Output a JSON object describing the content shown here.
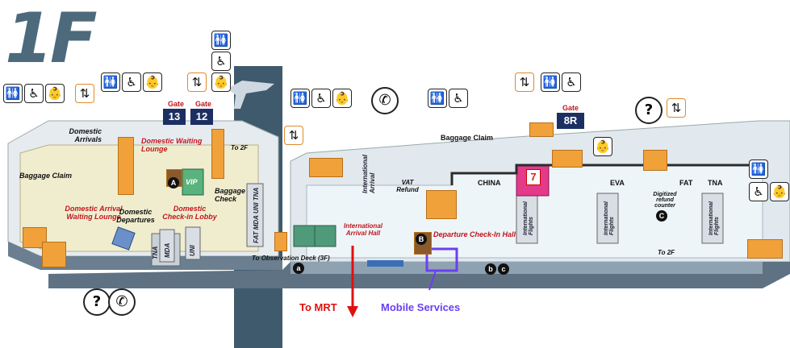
{
  "floor_label": "1F",
  "gates": {
    "label": "Gate",
    "g13": "13",
    "g12": "12",
    "g8r": "8R"
  },
  "areas": {
    "domestic_arrivals": "Domestic Arrivals",
    "domestic_waiting_lounge": "Domestic Waiting Lounge",
    "to_2f_left": "To 2F",
    "baggage_claim_left": "Baggage Claim",
    "vip": "VIP",
    "baggage_check": "Baggage Check",
    "domestic_arrival_waiting_lounge": "Domestic Arrival Waiting Lounge",
    "domestic_departures": "Domestic Departures",
    "domestic_checkin_lobby": "Domestic Check-in Lobby",
    "observation_deck": "To Observation Deck (3F)",
    "international_arrival": "International Arrival",
    "international_arrival_hall": "International Arrival Hall",
    "vat_refund": "VAT Refund",
    "baggage_claim_right": "Baggage Claim",
    "departure_checkin_hall": "Departure Check-In Hall",
    "international_flights_1": "International Flights",
    "international_flights_2": "International Flights",
    "international_flights_3": "International Flights",
    "digitized_refund_counter": "Digitized refund counter",
    "to_2f_right": "To 2F"
  },
  "airlines": {
    "fat_mda_uni_tna": "FAT MDA UNI TNA",
    "tna": "TNA",
    "mda": "MDA",
    "uni": "UNI",
    "china": "CHINA",
    "eva": "EVA",
    "fat": "FAT",
    "tna_right": "TNA"
  },
  "markers": {
    "a_upper": "A",
    "a_lower": "a",
    "b_upper": "B",
    "b_lower": "b",
    "c_upper": "C",
    "c_lower": "c"
  },
  "callouts": {
    "to_mrt": "To MRT",
    "mobile_services": "Mobile Services"
  },
  "icons": {
    "restroom": "🚻",
    "accessible": "♿",
    "nursing": "👶",
    "elevator": "⇅",
    "info": "?",
    "phone": "✆",
    "store": "7",
    "airplane": "✈"
  },
  "colors": {
    "floor": "#f0edcf",
    "wall": "#dfe5ec",
    "orange": "#f1a13a",
    "gate": "#1c2f63",
    "accent_red": "#c0161d",
    "mobile_box": "#6b3ff2",
    "mrt_arrow": "#e01010"
  }
}
